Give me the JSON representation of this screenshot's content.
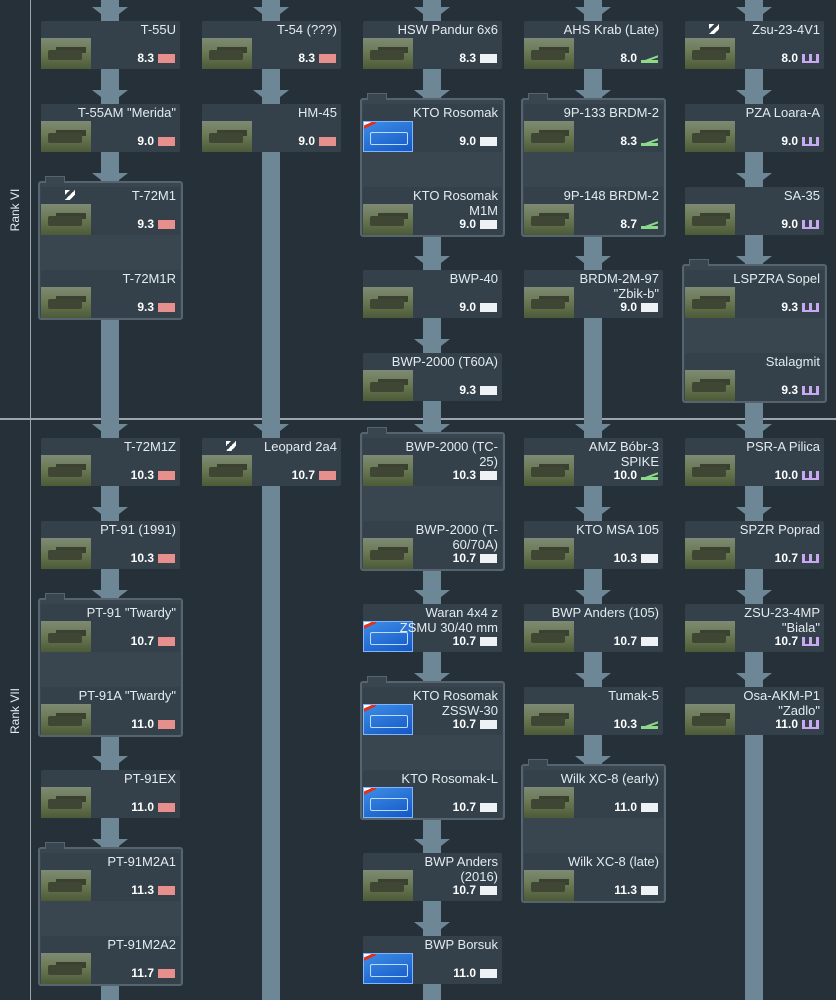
{
  "ranks": [
    {
      "label": "Rank VI"
    },
    {
      "label": "Rank VII"
    }
  ],
  "class_colors": {
    "heavy": "#e68f8d",
    "light": "#eef2f4",
    "spg": "#8cd98a",
    "spaa": "#c8a9f0"
  },
  "vehicles": [
    {
      "id": "t55u",
      "name": "T-55U",
      "br": "8.3",
      "class": "heavy",
      "thumb": "photo"
    },
    {
      "id": "t54",
      "name": "T-54 (???)",
      "br": "8.3",
      "class": "heavy",
      "thumb": "photo"
    },
    {
      "id": "pandur",
      "name": "HSW Pandur 6x6",
      "br": "8.3",
      "class": "light",
      "thumb": "photo"
    },
    {
      "id": "krab",
      "name": "AHS Krab (Late)",
      "br": "8.0",
      "class": "spg",
      "thumb": "photo"
    },
    {
      "id": "zsu234v1",
      "name": "Zsu-23-4V1",
      "br": "8.0",
      "class": "spaa",
      "thumb": "photo",
      "premium": true
    },
    {
      "id": "t55am",
      "name": "T-55AM \"Merida\"",
      "br": "9.0",
      "class": "heavy",
      "thumb": "photo"
    },
    {
      "id": "hm45",
      "name": "HM-45",
      "br": "9.0",
      "class": "heavy",
      "thumb": "photo"
    },
    {
      "id": "rosomak",
      "name": "KTO Rosomak",
      "br": "9.0",
      "class": "light",
      "thumb": "blue"
    },
    {
      "id": "brdm133",
      "name": "9P-133 BRDM-2",
      "br": "8.3",
      "class": "spg",
      "thumb": "photo"
    },
    {
      "id": "loara",
      "name": "PZA Loara-A",
      "br": "9.0",
      "class": "spaa",
      "thumb": "photo"
    },
    {
      "id": "t72m1",
      "name": "T-72M1",
      "br": "9.3",
      "class": "heavy",
      "thumb": "photo",
      "premium": true
    },
    {
      "id": "rosomakm1m",
      "name": "KTO Rosomak M1M",
      "br": "9.0",
      "class": "light",
      "thumb": "photo"
    },
    {
      "id": "brdm148",
      "name": "9P-148 BRDM-2",
      "br": "8.7",
      "class": "spg",
      "thumb": "photo"
    },
    {
      "id": "sa35",
      "name": "SA-35",
      "br": "9.0",
      "class": "spaa",
      "thumb": "photo"
    },
    {
      "id": "t72m1r",
      "name": "T-72M1R",
      "br": "9.3",
      "class": "heavy",
      "thumb": "photo"
    },
    {
      "id": "bwp40",
      "name": "BWP-40",
      "br": "9.0",
      "class": "light",
      "thumb": "photo"
    },
    {
      "id": "brdm2m97",
      "name": "BRDM-2M-97 \"Zbik-b\"",
      "br": "9.0",
      "class": "light",
      "thumb": "photo"
    },
    {
      "id": "sopel",
      "name": "LSPZRA Sopel",
      "br": "9.3",
      "class": "spaa",
      "thumb": "photo"
    },
    {
      "id": "bwp2000t60a",
      "name": "BWP-2000 (T60A)",
      "br": "9.3",
      "class": "light",
      "thumb": "photo"
    },
    {
      "id": "stalagmit",
      "name": "Stalagmit",
      "br": "9.3",
      "class": "spaa",
      "thumb": "photo"
    },
    {
      "id": "t72m1z",
      "name": "T-72M1Z",
      "br": "10.3",
      "class": "heavy",
      "thumb": "photo"
    },
    {
      "id": "leo2a4",
      "name": "Leopard 2a4",
      "br": "10.7",
      "class": "heavy",
      "thumb": "photo",
      "premium": true
    },
    {
      "id": "bwp2000tc25",
      "name": "BWP-2000 (TC-25)",
      "br": "10.3",
      "class": "light",
      "thumb": "photo"
    },
    {
      "id": "bobr3",
      "name": "AMZ Bóbr-3 SPIKE",
      "br": "10.0",
      "class": "spg",
      "thumb": "photo"
    },
    {
      "id": "pilica",
      "name": "PSR-A Pilica",
      "br": "10.0",
      "class": "spaa",
      "thumb": "photo"
    },
    {
      "id": "pt91_1991",
      "name": "PT-91 (1991)",
      "br": "10.3",
      "class": "heavy",
      "thumb": "photo"
    },
    {
      "id": "bwp2000t6070a",
      "name": "BWP-2000 (T-60/70A)",
      "br": "10.7",
      "class": "light",
      "thumb": "photo"
    },
    {
      "id": "ktomsa105",
      "name": "KTO MSA 105",
      "br": "10.3",
      "class": "light",
      "thumb": "photo"
    },
    {
      "id": "poprad",
      "name": "SPZR Poprad",
      "br": "10.7",
      "class": "spaa",
      "thumb": "photo"
    },
    {
      "id": "pt91twardy",
      "name": "PT-91 \"Twardy\"",
      "br": "10.7",
      "class": "heavy",
      "thumb": "photo"
    },
    {
      "id": "waran",
      "name": "Waran 4x4 z ZSMU 30/40 mm",
      "br": "10.7",
      "class": "light",
      "thumb": "blue"
    },
    {
      "id": "anders105",
      "name": "BWP Anders (105)",
      "br": "10.7",
      "class": "light",
      "thumb": "photo"
    },
    {
      "id": "zsu234mp",
      "name": "ZSU-23-4MP \"Biala\"",
      "br": "10.7",
      "class": "spaa",
      "thumb": "photo"
    },
    {
      "id": "pt91atwardy",
      "name": "PT-91A \"Twardy\"",
      "br": "11.0",
      "class": "heavy",
      "thumb": "photo"
    },
    {
      "id": "rosomakzssw",
      "name": "KTO Rosomak ZSSW-30",
      "br": "10.7",
      "class": "light",
      "thumb": "blue"
    },
    {
      "id": "tumak5",
      "name": "Tumak-5",
      "br": "10.3",
      "class": "spg",
      "thumb": "photo"
    },
    {
      "id": "osa",
      "name": "Osa-AKM-P1 \"Zadlo\"",
      "br": "11.0",
      "class": "spaa",
      "thumb": "photo"
    },
    {
      "id": "pt91ex",
      "name": "PT-91EX",
      "br": "11.0",
      "class": "heavy",
      "thumb": "photo"
    },
    {
      "id": "rosomakl",
      "name": "KTO Rosomak-L",
      "br": "10.7",
      "class": "light",
      "thumb": "blue"
    },
    {
      "id": "wilkearly",
      "name": "Wilk XC-8 (early)",
      "br": "11.0",
      "class": "light",
      "thumb": "photo"
    },
    {
      "id": "pt91m2a1",
      "name": "PT-91M2A1",
      "br": "11.3",
      "class": "heavy",
      "thumb": "photo"
    },
    {
      "id": "anders2016",
      "name": "BWP Anders (2016)",
      "br": "10.7",
      "class": "light",
      "thumb": "photo"
    },
    {
      "id": "wilklate",
      "name": "Wilk XC-8 (late)",
      "br": "11.3",
      "class": "light",
      "thumb": "photo"
    },
    {
      "id": "pt91m2a2",
      "name": "PT-91M2A2",
      "br": "11.7",
      "class": "heavy",
      "thumb": "photo"
    },
    {
      "id": "borsuk",
      "name": "BWP Borsuk",
      "br": "11.0",
      "class": "light",
      "thumb": "blue"
    }
  ]
}
